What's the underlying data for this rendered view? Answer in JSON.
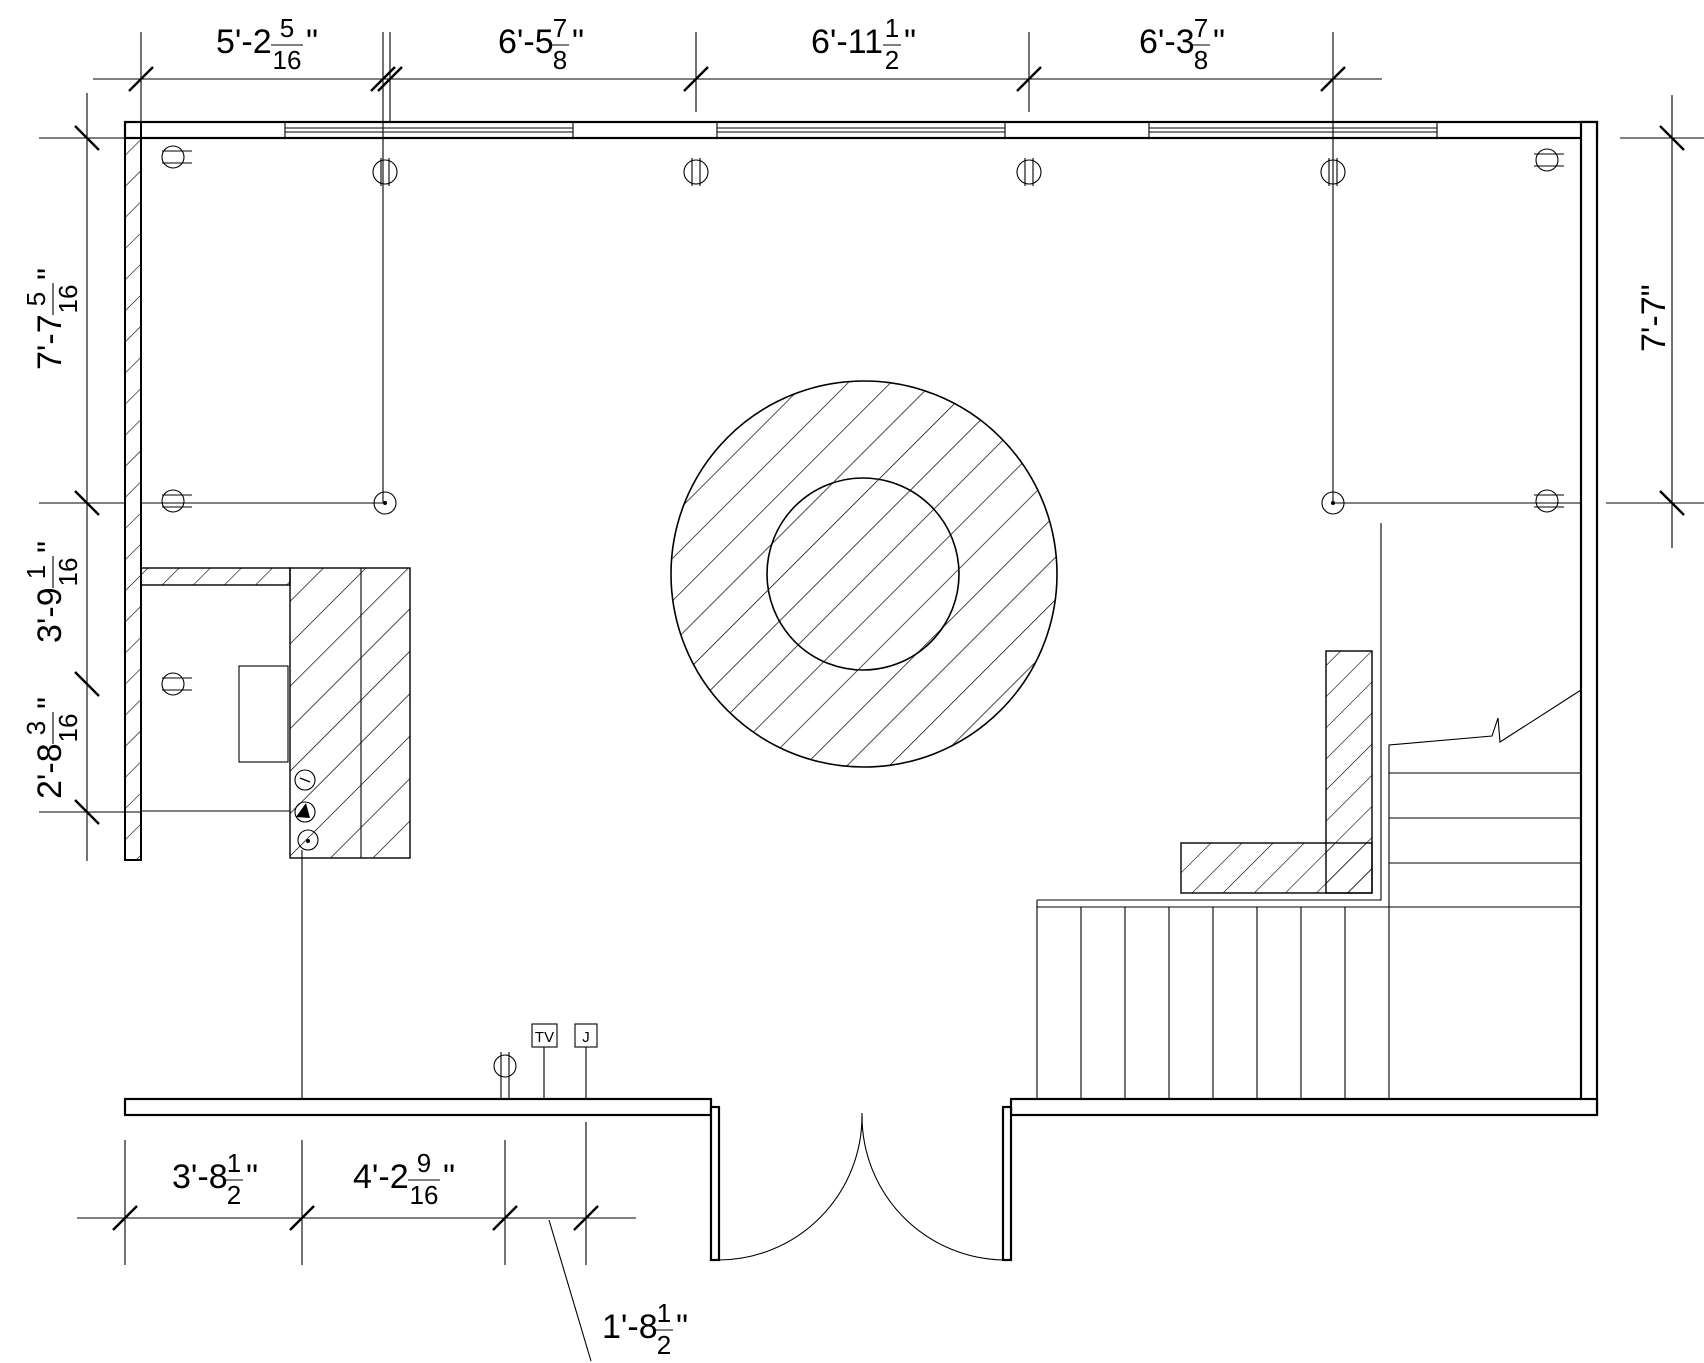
{
  "dimensions": {
    "top": [
      {
        "whole": "5'-2",
        "num": "5",
        "den": "16",
        "unit": "\""
      },
      {
        "whole": "6'-5",
        "num": "7",
        "den": "8",
        "unit": "\""
      },
      {
        "whole": "6'-11",
        "num": "1",
        "den": "2",
        "unit": "\""
      },
      {
        "whole": "6'-3",
        "num": "7",
        "den": "8",
        "unit": "\""
      }
    ],
    "left": [
      {
        "whole": "7'-7",
        "num": "5",
        "den": "16",
        "unit": "\""
      },
      {
        "whole": "3'-9",
        "num": "1",
        "den": "16",
        "unit": "\""
      },
      {
        "whole": "2'-8",
        "num": "3",
        "den": "16",
        "unit": "\""
      }
    ],
    "right": [
      {
        "text": "7'-7\""
      }
    ],
    "bottom": [
      {
        "whole": "3'-8",
        "num": "1",
        "den": "2",
        "unit": "\""
      },
      {
        "whole": "4'-2",
        "num": "9",
        "den": "16",
        "unit": "\""
      },
      {
        "whole": "1'-8",
        "num": "1",
        "den": "2",
        "unit": "\""
      }
    ]
  },
  "tags": {
    "tv": "TV",
    "j": "J"
  },
  "colors": {
    "line": "#000000",
    "background": "#ffffff"
  }
}
